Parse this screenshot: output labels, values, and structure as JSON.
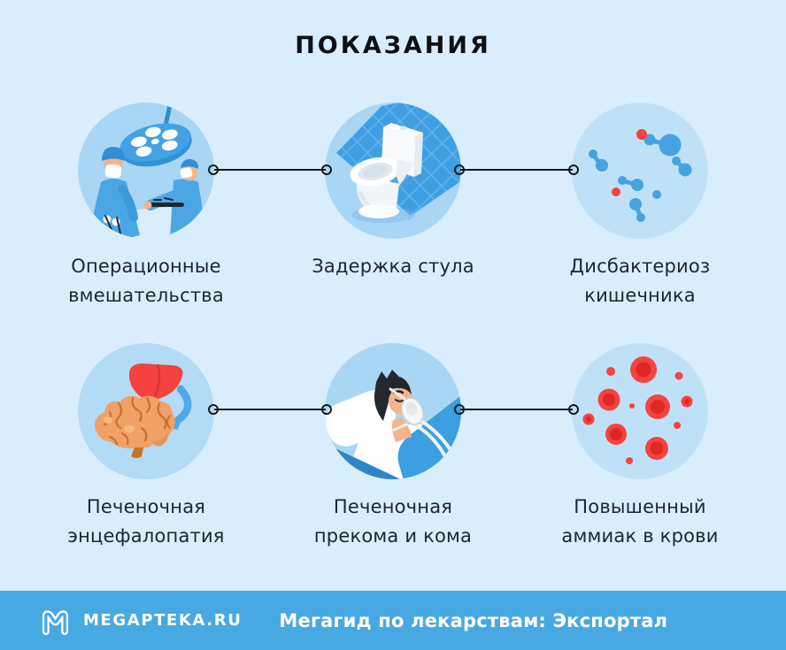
{
  "title": "ПОКАЗАНИЯ",
  "items": [
    {
      "icon": "surgeons-icon",
      "line1": "Операционные",
      "line2": "вмешательства"
    },
    {
      "icon": "toilet-icon",
      "line1": "Задержка стула",
      "line2": ""
    },
    {
      "icon": "bacteria-icon",
      "line1": "Дисбактериоз",
      "line2": "кишечника"
    },
    {
      "icon": "liver-brain-icon",
      "line1": "Печеночная",
      "line2": "энцефалопатия"
    },
    {
      "icon": "coma-patient-icon",
      "line1": "Печеночная",
      "line2": "прекома и кома"
    },
    {
      "icon": "blood-cells-icon",
      "line1": "Повышенный",
      "line2": "аммиак в крови"
    }
  ],
  "footer": {
    "brand": "MEGAPTEKA.RU",
    "caption": "Мегагид по лекарствам: Экспортал",
    "logo": "megapteka-logo"
  },
  "colors": {
    "page_background": "#D9EEFC",
    "footer_background": "#48A9E2",
    "icon_circle_light": "#A9D6F4",
    "icon_circle_pale": "#BFE1F8",
    "accent_blue": "#3F9FE2",
    "red": "#F5413F",
    "connector": "#14191F",
    "label_text": "#1C2630",
    "title_text": "#0D1116"
  }
}
